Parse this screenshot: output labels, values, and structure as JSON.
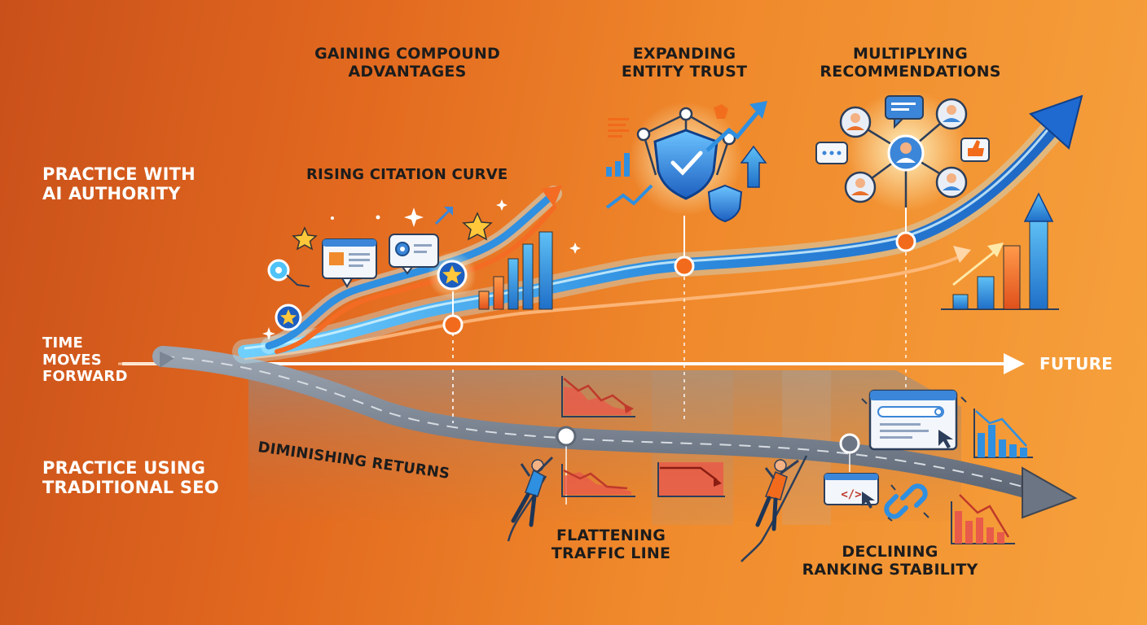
{
  "labels": {
    "practice_ai": [
      "PRACTICE WITH",
      "AI AUTHORITY"
    ],
    "practice_seo": [
      "PRACTICE USING",
      "TRADITIONAL SEO"
    ],
    "time": [
      "TIME",
      "MOVES",
      "FORWARD"
    ],
    "future": "FUTURE",
    "compound": [
      "GAINING COMPOUND",
      "ADVANTAGES"
    ],
    "entity": [
      "EXPANDING",
      "ENTITY TRUST"
    ],
    "recommend": [
      "MULTIPLYING",
      "RECOMMENDATIONS"
    ],
    "citation": "RISING CITATION CURVE",
    "diminishing": "DIMINISHING RETURNS",
    "flattening": [
      "FLATTENING",
      "TRAFFIC LINE"
    ],
    "declining": [
      "DECLINING",
      "RANKING STABILITY"
    ]
  },
  "colors": {
    "ai_curve": "#2f8fe0",
    "ai_curve_glow": "#9fe2ff",
    "seo_road": "#7b8594",
    "accent_orange": "#f26a1b",
    "decline_red": "#e04a3a",
    "time_axis": "#ffffff"
  },
  "icons": [
    "star-icon",
    "chat-bubble-icon",
    "gear-icon",
    "browser-window-icon",
    "shield-check-icon",
    "network-icon",
    "bar-chart-icon",
    "arrow-up-icon",
    "person-avatar-icon",
    "thumbs-up-icon",
    "declining-chart-icon",
    "climber-icon",
    "code-window-icon",
    "broken-link-icon",
    "search-window-icon"
  ]
}
